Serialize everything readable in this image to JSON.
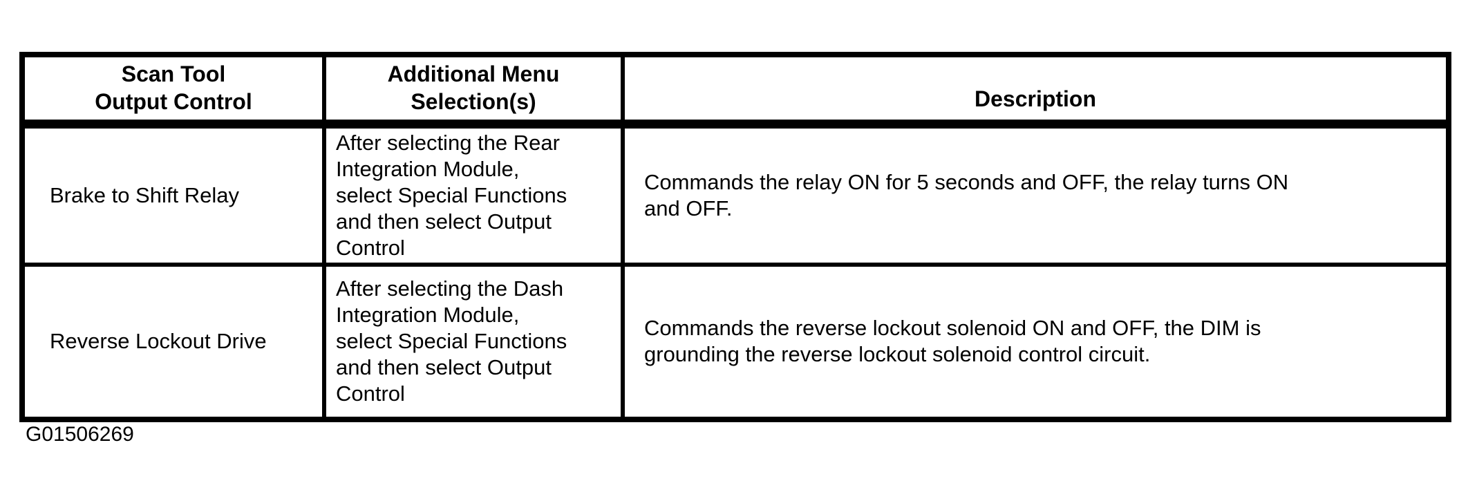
{
  "page": {
    "background_color": "#ffffff",
    "text_color": "#000000",
    "border_color": "#000000"
  },
  "table": {
    "headers": {
      "output_control": "Scan Tool\nOutput Control",
      "menu_selection": "Additional Menu\nSelection(s)",
      "description": "Description"
    },
    "rows": [
      {
        "output_control": "Brake to Shift Relay",
        "menu_selection": "After selecting the Rear\nIntegration Module,\nselect Special Functions\nand then select Output\nControl",
        "description": "Commands the relay ON for 5 seconds and OFF, the relay turns ON\nand OFF."
      },
      {
        "output_control": "Reverse Lockout Drive",
        "menu_selection": "After selecting the Dash\nIntegration Module,\nselect Special Functions\nand then select Output\nControl",
        "description": "Commands the reverse lockout solenoid ON and OFF, the DIM is\ngrounding the reverse lockout solenoid control circuit."
      }
    ]
  },
  "figure_label": "G01506269"
}
